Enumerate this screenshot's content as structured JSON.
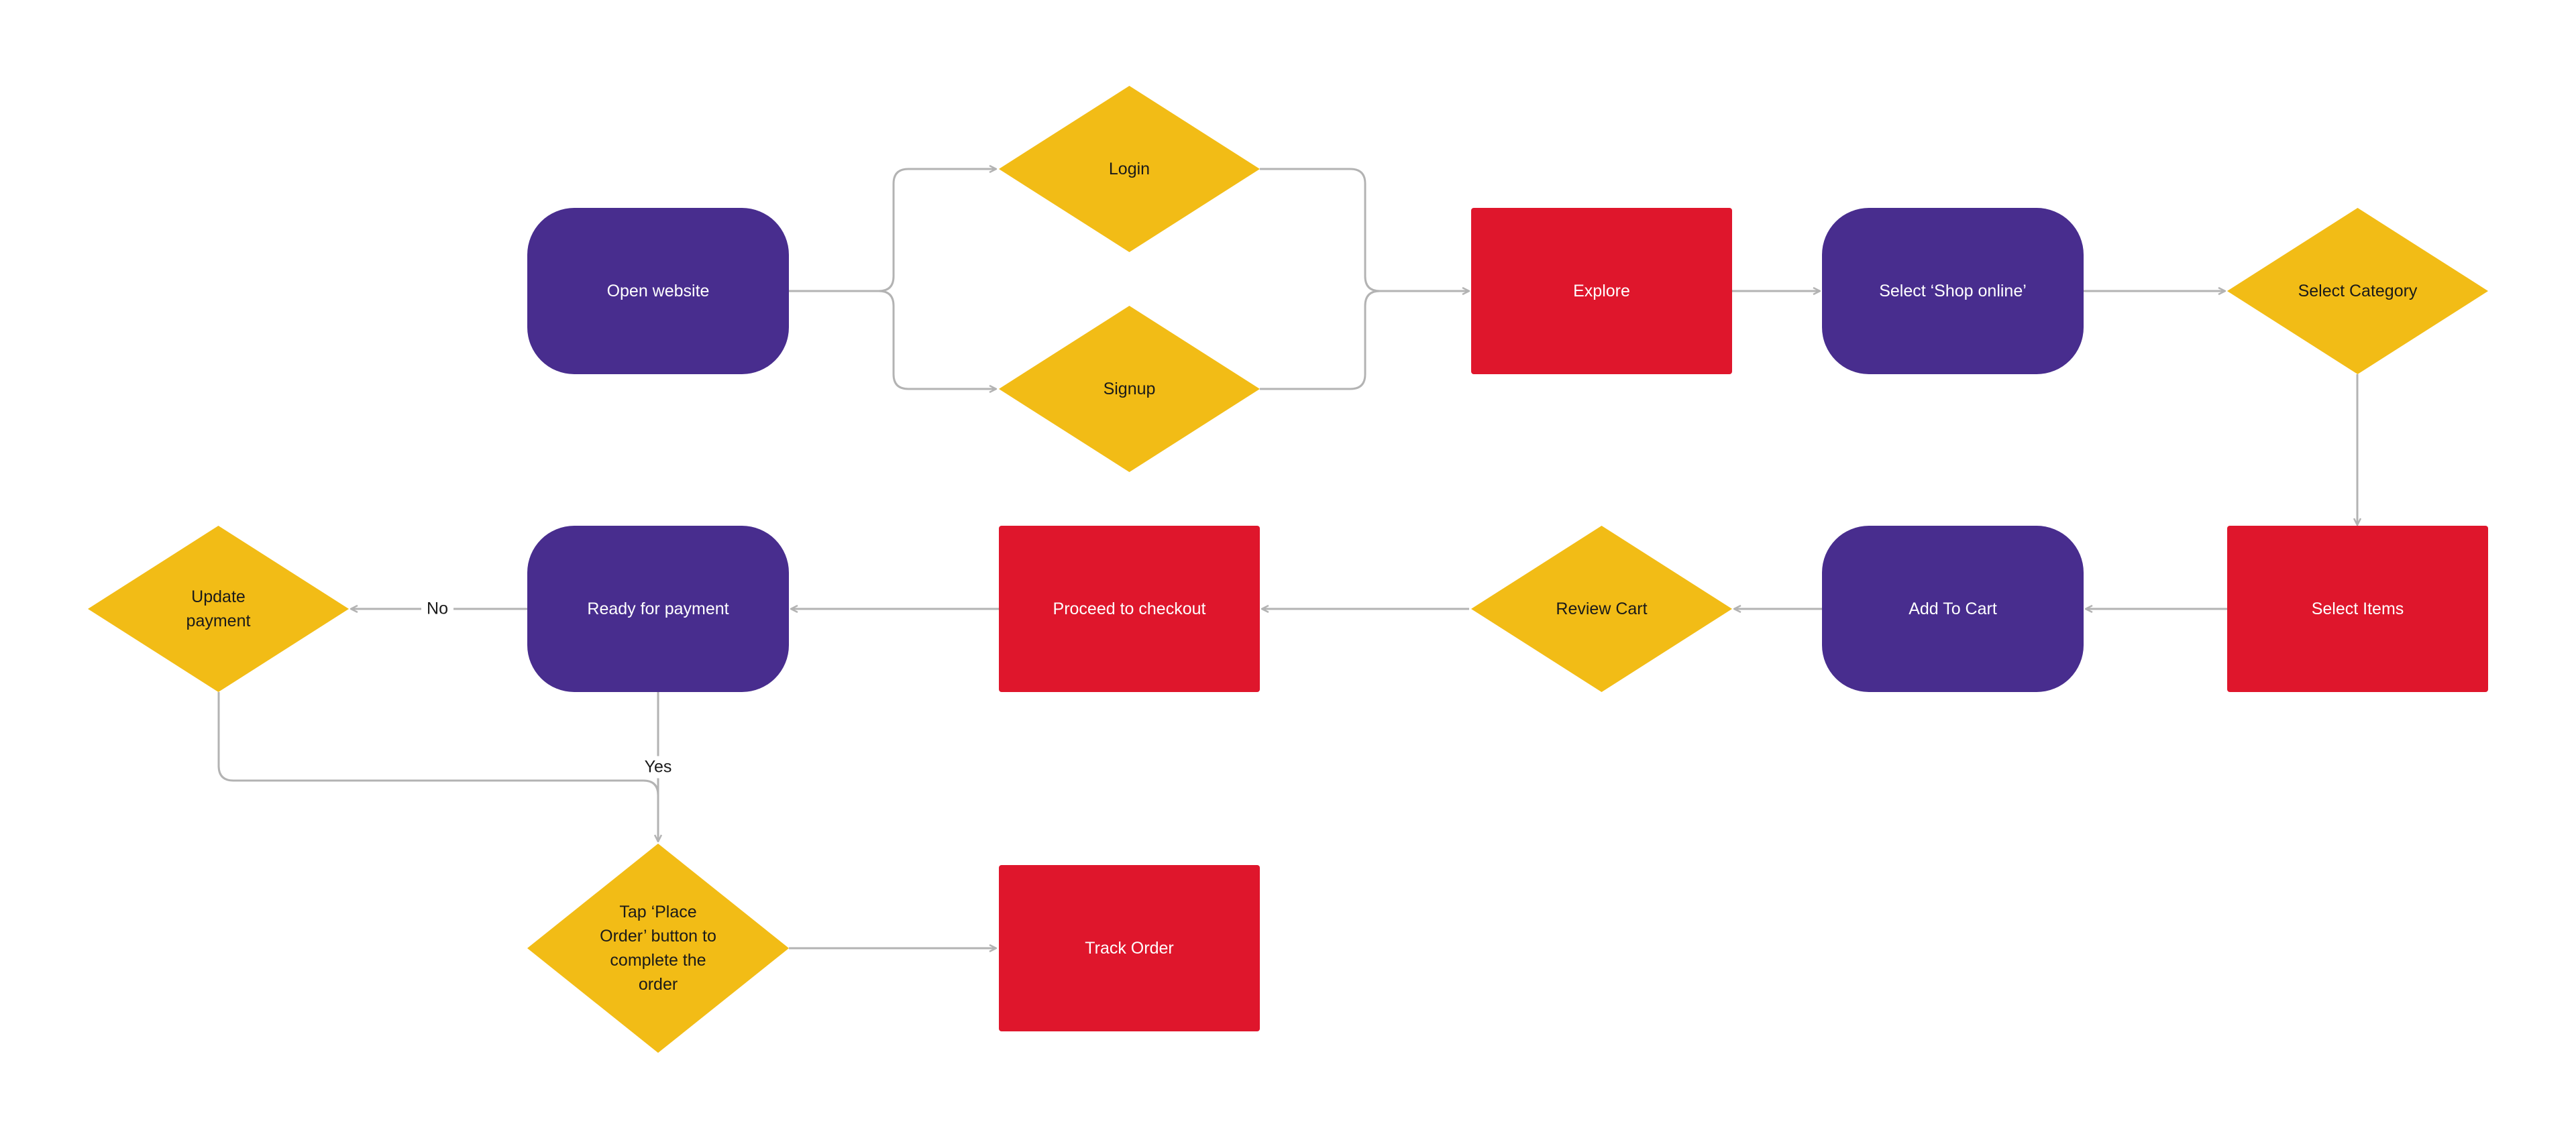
{
  "colors": {
    "purple": "#482D8E",
    "red": "#DF162C",
    "yellow": "#F2BC16",
    "connector": "#B3B3B3",
    "light_text": "#FFFFFF",
    "dark_text": "#1A1A1A"
  },
  "nodes": {
    "open_website": "Open  website",
    "login": "Login",
    "signup": "Signup",
    "explore": "Explore",
    "select_shop_online": "Select ‘Shop online’",
    "select_category": "Select Category",
    "select_items": "Select Items",
    "add_to_cart": "Add To Cart",
    "review_cart": "Review Cart",
    "proceed_to_checkout": "Proceed to checkout",
    "ready_for_payment": "Ready for payment",
    "update_payment": "Update\npayment",
    "place_order": "Tap  ‘Place\nOrder’ button to\ncomplete the\norder",
    "track_order": "Track Order"
  },
  "edge_labels": {
    "no": "No",
    "yes": "Yes"
  }
}
